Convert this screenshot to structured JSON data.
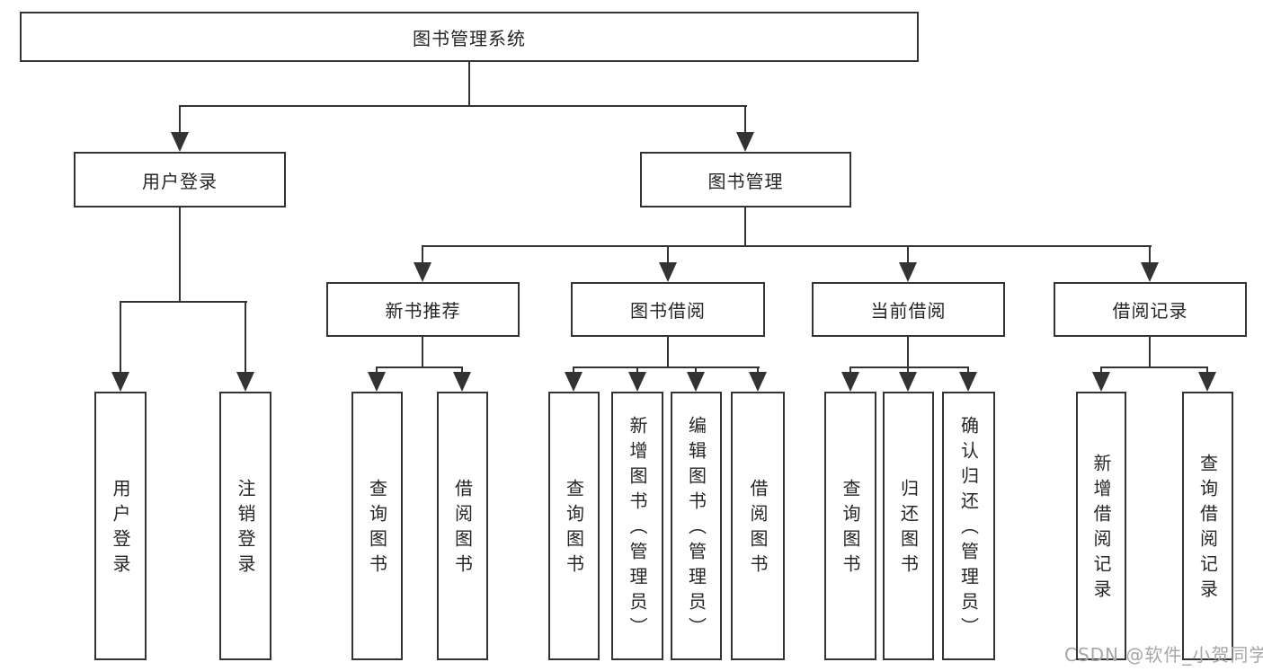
{
  "colors": {
    "line": "#333333",
    "text": "#262626",
    "watermark": "#a6a6a6",
    "background": "#ffffff"
  },
  "watermark": "CSDN @软件_小贺同学",
  "tree": {
    "label": "图书管理系统",
    "children": [
      {
        "label": "用户登录",
        "children": [
          {
            "label": "用户登录"
          },
          {
            "label": "注销登录"
          }
        ]
      },
      {
        "label": "图书管理",
        "children": [
          {
            "label": "新书推荐",
            "children": [
              {
                "label": "查询图书"
              },
              {
                "label": "借阅图书"
              }
            ]
          },
          {
            "label": "图书借阅",
            "children": [
              {
                "label": "查询图书"
              },
              {
                "label": "新增图书（管理员）"
              },
              {
                "label": "编辑图书（管理员）"
              },
              {
                "label": "借阅图书"
              }
            ]
          },
          {
            "label": "当前借阅",
            "children": [
              {
                "label": "查询图书"
              },
              {
                "label": "归还图书"
              },
              {
                "label": "确认归还（管理员）"
              }
            ]
          },
          {
            "label": "借阅记录",
            "children": [
              {
                "label": "新增借阅记录"
              },
              {
                "label": "查询借阅记录"
              }
            ]
          }
        ]
      }
    ]
  }
}
